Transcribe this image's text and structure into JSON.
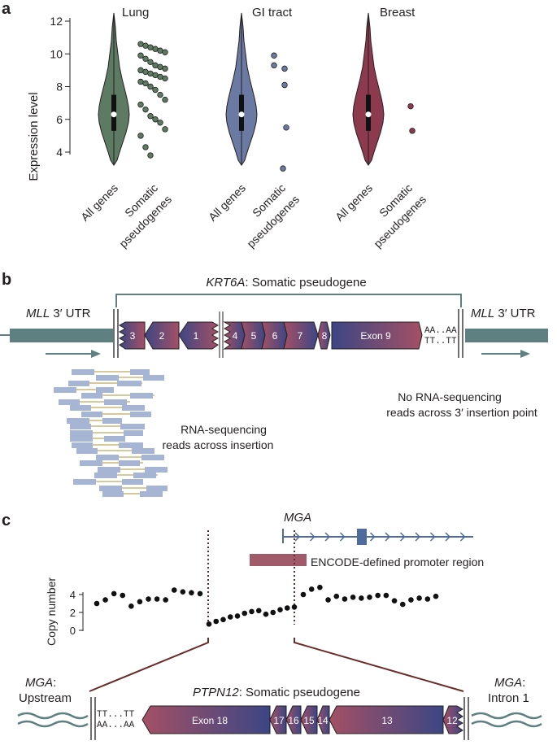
{
  "panels": {
    "a": "a",
    "b": "b",
    "c": "c"
  },
  "colors": {
    "lung": "#5d7a63",
    "gi": "#6a7aa2",
    "breast": "#8e3a4e",
    "teal": "#5e8080",
    "exon_blue": "#3c4685",
    "exon_red": "#a45064",
    "read_blue": "#a7b5d4",
    "read_link": "#d6c99b",
    "promoter": "#a05a6a",
    "mga_line": "#4f6a9c",
    "dotted": "#6b2b28"
  },
  "panel_a": {
    "ylabel": "Expression level",
    "yticks": [
      "12",
      "10",
      "8",
      "6",
      "4"
    ],
    "groups": [
      {
        "title": "Lung",
        "xlabel_all": "All genes",
        "xlabel_somatic_1": "Somatic",
        "xlabel_somatic_2": "pseudogenes"
      },
      {
        "title": "GI tract",
        "xlabel_all": "All genes",
        "xlabel_somatic_1": "Somatic",
        "xlabel_somatic_2": "pseudogenes"
      },
      {
        "title": "Breast",
        "xlabel_all": "All genes",
        "xlabel_somatic_1": "Somatic",
        "xlabel_somatic_2": "pseudogenes"
      }
    ],
    "chart_data": {
      "type": "violin",
      "ylabel": "Expression level",
      "ylim": [
        3,
        12.5
      ],
      "groups": [
        "Lung",
        "GI tract",
        "Breast"
      ],
      "all_genes_median": [
        6.3,
        6.3,
        6.3
      ],
      "all_genes_iqr": [
        [
          5.3,
          7.5
        ],
        [
          5.3,
          7.5
        ],
        [
          5.3,
          7.5
        ]
      ],
      "somatic_pseudogenes": {
        "Lung": [
          10.6,
          10.5,
          10.4,
          10.3,
          10.2,
          10.1,
          9.9,
          9.7,
          9.5,
          9.3,
          9.2,
          9.1,
          9.0,
          8.9,
          8.8,
          8.7,
          8.6,
          8.5,
          8.3,
          8.2,
          8.0,
          7.8,
          7.5,
          7.2,
          6.9,
          6.6,
          6.2,
          6.0,
          5.8,
          5.4,
          5.0,
          4.3,
          3.8
        ],
        "GI tract": [
          9.9,
          9.3,
          9.1,
          8.1,
          5.5,
          3.0
        ],
        "Breast": [
          6.8,
          5.3
        ]
      }
    }
  },
  "panel_b": {
    "title_gene": "KRT6A",
    "title_rest": ": Somatic pseudogene",
    "left_gene": "MLL",
    "left_rest": " 3′ UTR",
    "right_gene": "MLL",
    "right_rest": " 3′ UTR",
    "exons": [
      "3",
      "2",
      "1",
      "4",
      "5",
      "6",
      "7",
      "8",
      "Exon 9"
    ],
    "polyA_top": "AA..AA",
    "polyA_bottom": "TT..TT",
    "reads_label_1": "RNA-sequencing",
    "reads_label_2": "reads across insertion",
    "no_reads_1": "No RNA-sequencing",
    "no_reads_2": "reads across 3′ insertion point"
  },
  "panel_c": {
    "mga_title": "MGA",
    "promoter_label": "ENCODE-defined promoter region",
    "cn_ylabel": "Copy number",
    "cn_yticks": [
      "4",
      "2",
      "0"
    ],
    "chart_data": {
      "type": "scatter",
      "ylabel": "Copy number",
      "ylim": [
        0,
        4
      ],
      "segments": [
        {
          "label": "left",
          "y": [
            3.0,
            3.4,
            4.1,
            3.9,
            2.7,
            3.2,
            3.5,
            3.5,
            3.4,
            4.5,
            4.3,
            4.2,
            4.1
          ]
        },
        {
          "label": "middle",
          "y": [
            0.7,
            1.0,
            1.2,
            1.5,
            1.6,
            1.9,
            2.1,
            2.2,
            1.8,
            2.0,
            2.3,
            2.5,
            2.6
          ]
        },
        {
          "label": "right",
          "y": [
            4.0,
            4.6,
            4.8,
            3.4,
            3.8,
            3.5,
            3.7,
            3.6,
            3.7,
            3.9,
            3.9,
            3.3,
            2.9,
            3.4,
            3.6,
            3.5,
            3.8
          ]
        }
      ]
    },
    "left_gene": "MGA",
    "left_rest": ":",
    "left_sub": "Upstream",
    "right_gene": "MGA",
    "right_rest": ":",
    "right_sub": "Intron 1",
    "pseudo_gene": "PTPN12",
    "pseudo_rest": ": Somatic pseudogene",
    "exons": [
      "Exon 18",
      "17",
      "16",
      "15",
      "14",
      "13",
      "12"
    ],
    "polyT_top": "TT...TT",
    "polyT_bottom": "AA...AA"
  }
}
